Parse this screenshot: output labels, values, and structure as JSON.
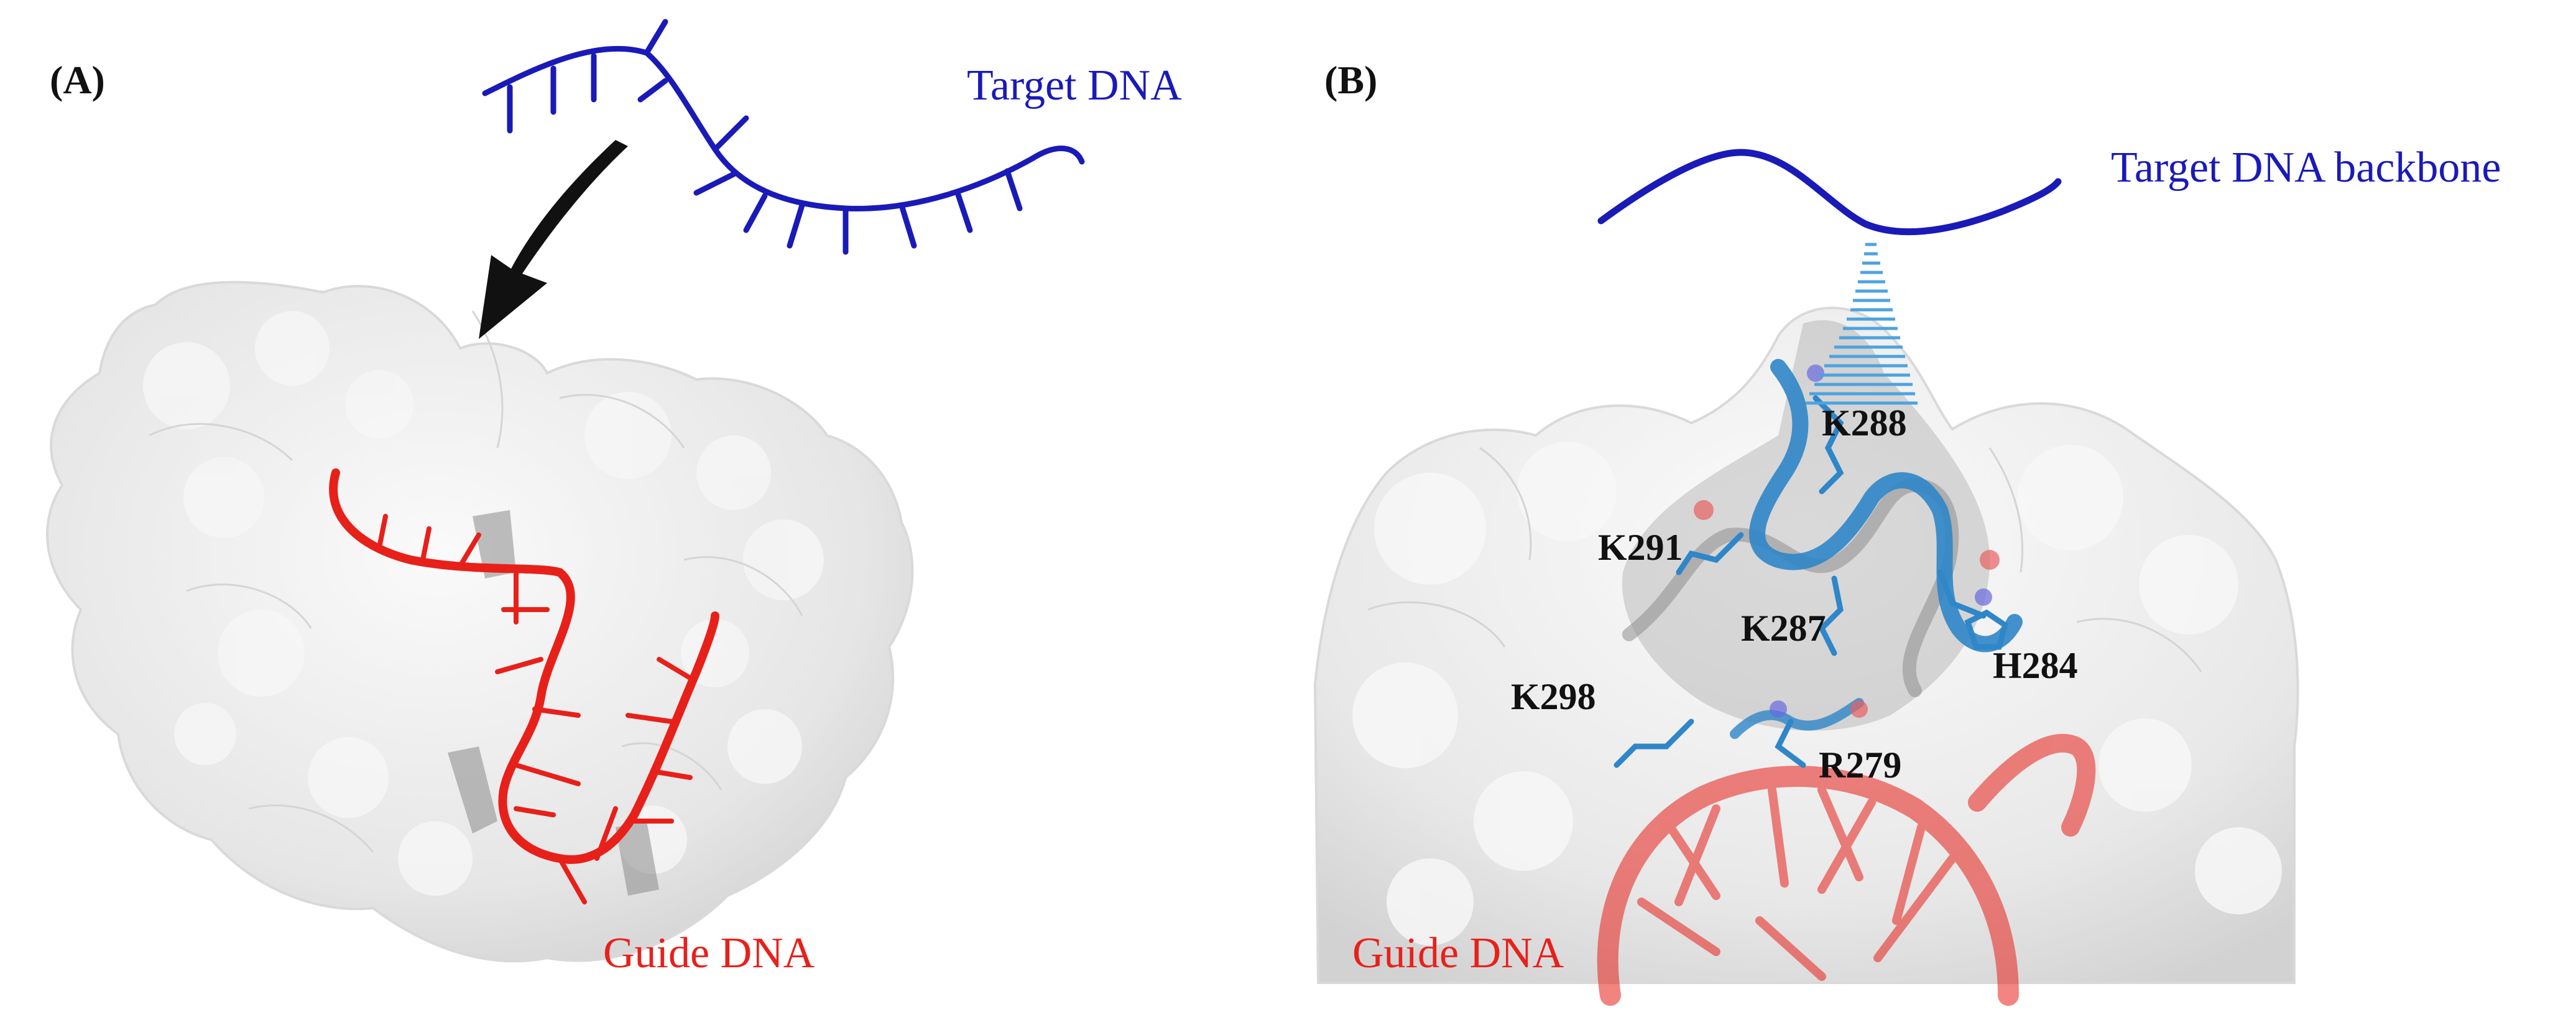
{
  "panel_a": {
    "letter": "(A)",
    "target_label": "Target DNA",
    "guide_label": "Guide DNA"
  },
  "panel_b": {
    "letter": "(B)",
    "target_label": "Target DNA backbone",
    "guide_label": "Guide DNA",
    "residues": [
      "K288",
      "K291",
      "K287",
      "H284",
      "K298",
      "R279"
    ]
  },
  "colors": {
    "target_dna": "#1a1ab8",
    "guide_dna": "#e8201a",
    "protein_surface": "#ececec",
    "helix": "#2f86c8",
    "hbond_dash": "#4da3e0"
  }
}
